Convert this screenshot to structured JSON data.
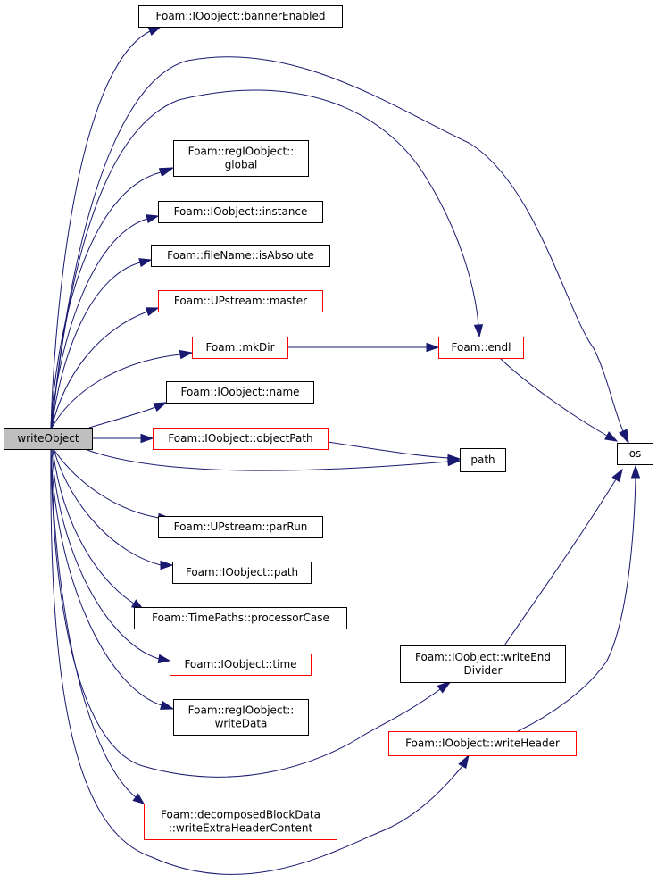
{
  "colors": {
    "edge": "#191970",
    "border_normal": "#000000",
    "border_truncated": "#ff0000",
    "root_fill": "#bfbfbf",
    "node_fill": "#ffffff"
  },
  "nodes": [
    {
      "id": "writeObject",
      "lines": [
        "writeObject"
      ],
      "style": "root"
    },
    {
      "id": "bannerEnabled",
      "lines": [
        "Foam::IOobject::bannerEnabled"
      ],
      "style": "normal"
    },
    {
      "id": "global",
      "lines": [
        "Foam::regIOobject::",
        "global"
      ],
      "style": "normal"
    },
    {
      "id": "instance",
      "lines": [
        "Foam::IOobject::instance"
      ],
      "style": "normal"
    },
    {
      "id": "isAbsolute",
      "lines": [
        "Foam::fileName::isAbsolute"
      ],
      "style": "normal"
    },
    {
      "id": "master",
      "lines": [
        "Foam::UPstream::master"
      ],
      "style": "truncated"
    },
    {
      "id": "mkDir",
      "lines": [
        "Foam::mkDir"
      ],
      "style": "truncated"
    },
    {
      "id": "endl",
      "lines": [
        "Foam::endl"
      ],
      "style": "truncated"
    },
    {
      "id": "name",
      "lines": [
        "Foam::IOobject::name"
      ],
      "style": "normal"
    },
    {
      "id": "objectPath",
      "lines": [
        "Foam::IOobject::objectPath"
      ],
      "style": "truncated"
    },
    {
      "id": "path",
      "lines": [
        "path"
      ],
      "style": "normal"
    },
    {
      "id": "os",
      "lines": [
        "os"
      ],
      "style": "normal"
    },
    {
      "id": "parRun",
      "lines": [
        "Foam::UPstream::parRun"
      ],
      "style": "normal"
    },
    {
      "id": "iopath",
      "lines": [
        "Foam::IOobject::path"
      ],
      "style": "normal"
    },
    {
      "id": "processorCase",
      "lines": [
        "Foam::TimePaths::processorCase"
      ],
      "style": "normal"
    },
    {
      "id": "time",
      "lines": [
        "Foam::IOobject::time"
      ],
      "style": "truncated"
    },
    {
      "id": "writeData",
      "lines": [
        "Foam::regIOobject::",
        "writeData"
      ],
      "style": "normal"
    },
    {
      "id": "writeEndDivider",
      "lines": [
        "Foam::IOobject::writeEnd",
        "Divider"
      ],
      "style": "normal"
    },
    {
      "id": "writeHeader",
      "lines": [
        "Foam::IOobject::writeHeader"
      ],
      "style": "truncated"
    },
    {
      "id": "writeExtraHeaderContent",
      "lines": [
        "Foam::decomposedBlockData",
        "::writeExtraHeaderContent"
      ],
      "style": "truncated"
    }
  ],
  "edges": [
    {
      "from": "writeObject",
      "to": "bannerEnabled"
    },
    {
      "from": "writeObject",
      "to": "os"
    },
    {
      "from": "writeObject",
      "to": "endl"
    },
    {
      "from": "writeObject",
      "to": "global"
    },
    {
      "from": "writeObject",
      "to": "instance"
    },
    {
      "from": "writeObject",
      "to": "isAbsolute"
    },
    {
      "from": "writeObject",
      "to": "master"
    },
    {
      "from": "writeObject",
      "to": "mkDir"
    },
    {
      "from": "writeObject",
      "to": "name"
    },
    {
      "from": "writeObject",
      "to": "objectPath"
    },
    {
      "from": "writeObject",
      "to": "path"
    },
    {
      "from": "writeObject",
      "to": "parRun"
    },
    {
      "from": "writeObject",
      "to": "iopath"
    },
    {
      "from": "writeObject",
      "to": "processorCase"
    },
    {
      "from": "writeObject",
      "to": "time"
    },
    {
      "from": "writeObject",
      "to": "writeData"
    },
    {
      "from": "writeObject",
      "to": "writeEndDivider"
    },
    {
      "from": "writeObject",
      "to": "writeExtraHeaderContent"
    },
    {
      "from": "writeObject",
      "to": "writeHeader"
    },
    {
      "from": "mkDir",
      "to": "endl"
    },
    {
      "from": "endl",
      "to": "os"
    },
    {
      "from": "objectPath",
      "to": "path"
    },
    {
      "from": "writeEndDivider",
      "to": "os"
    },
    {
      "from": "writeHeader",
      "to": "os"
    }
  ]
}
